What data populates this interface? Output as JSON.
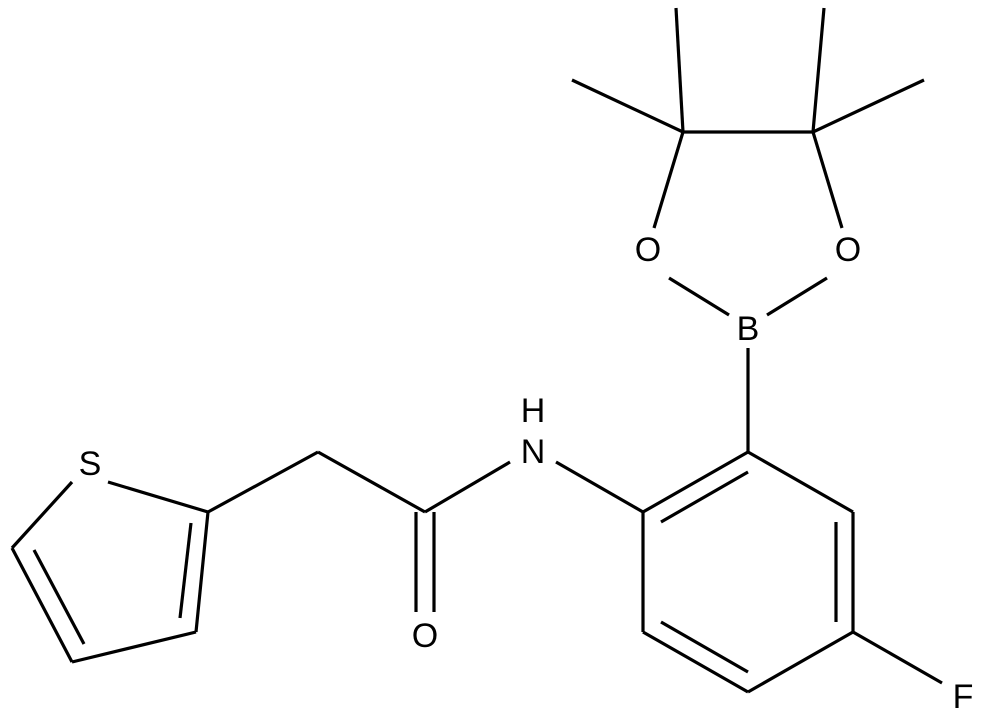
{
  "molecule": {
    "atoms": {
      "S": "S",
      "N": "N",
      "H": "H",
      "O_carbonyl": "O",
      "B": "B",
      "O_ring_left": "O",
      "O_ring_right": "O",
      "F": "F"
    },
    "colors": {
      "bond": "#000000",
      "label": "#000000",
      "background": "#ffffff"
    }
  }
}
